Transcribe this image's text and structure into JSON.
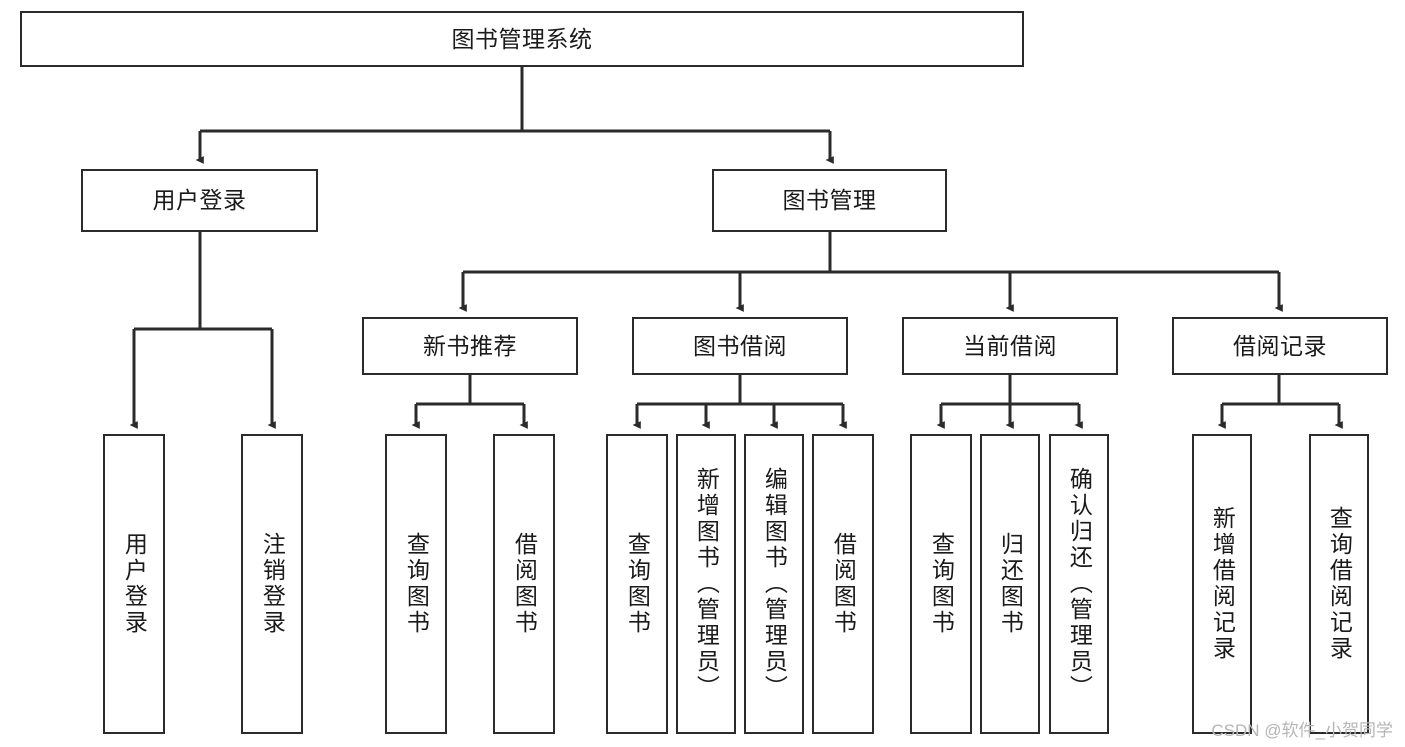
{
  "diagram": {
    "type": "tree-flowchart",
    "title": "图书管理系统",
    "watermark": "CSDN @软件_小贺同学",
    "colors": {
      "box_border": "#2b2b2b",
      "box_fill": "#ffffff",
      "connector": "#2b2b2b",
      "text": "#1a1a1a",
      "watermark": "#b6b6b6"
    },
    "levels": {
      "level1": [
        {
          "id": "root",
          "label": "图书管理系统",
          "orientation": "horizontal"
        }
      ],
      "level2": [
        {
          "id": "user-login",
          "label": "用户登录",
          "orientation": "horizontal"
        },
        {
          "id": "book-management",
          "label": "图书管理",
          "orientation": "horizontal"
        }
      ],
      "level3": [
        {
          "id": "new-book-recommend",
          "label": "新书推荐",
          "orientation": "horizontal"
        },
        {
          "id": "book-borrow",
          "label": "图书借阅",
          "orientation": "horizontal"
        },
        {
          "id": "current-borrow",
          "label": "当前借阅",
          "orientation": "horizontal"
        },
        {
          "id": "borrow-record",
          "label": "借阅记录",
          "orientation": "horizontal"
        }
      ],
      "level4": [
        {
          "id": "leaf-user-login",
          "label": "用户登录",
          "parent": "user-login",
          "orientation": "vertical"
        },
        {
          "id": "leaf-logout-login",
          "label": "注销登录",
          "parent": "user-login",
          "orientation": "vertical"
        },
        {
          "id": "leaf-query-book-1",
          "label": "查询图书",
          "parent": "new-book-recommend",
          "orientation": "vertical"
        },
        {
          "id": "leaf-borrow-book-1",
          "label": "借阅图书",
          "parent": "new-book-recommend",
          "orientation": "vertical"
        },
        {
          "id": "leaf-query-book-2",
          "label": "查询图书",
          "parent": "book-borrow",
          "orientation": "vertical"
        },
        {
          "id": "leaf-add-book",
          "label": "新增图书（管理员）",
          "parent": "book-borrow",
          "orientation": "vertical"
        },
        {
          "id": "leaf-edit-book",
          "label": "编辑图书（管理员）",
          "parent": "book-borrow",
          "orientation": "vertical"
        },
        {
          "id": "leaf-borrow-book-2",
          "label": "借阅图书",
          "parent": "book-borrow",
          "orientation": "vertical"
        },
        {
          "id": "leaf-query-book-3",
          "label": "查询图书",
          "parent": "current-borrow",
          "orientation": "vertical"
        },
        {
          "id": "leaf-return-book",
          "label": "归还图书",
          "parent": "current-borrow",
          "orientation": "vertical"
        },
        {
          "id": "leaf-confirm-return",
          "label": "确认归还（管理员）",
          "parent": "current-borrow",
          "orientation": "vertical"
        },
        {
          "id": "leaf-add-record",
          "label": "新增借阅记录",
          "parent": "borrow-record",
          "orientation": "vertical"
        },
        {
          "id": "leaf-query-record",
          "label": "查询借阅记录",
          "parent": "borrow-record",
          "orientation": "vertical"
        }
      ]
    }
  }
}
